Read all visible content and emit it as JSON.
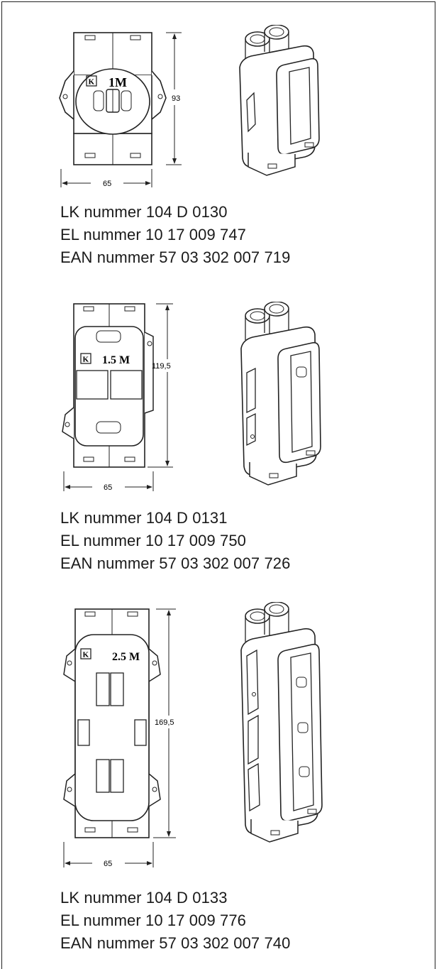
{
  "products": [
    {
      "module_label": "1M",
      "dim_height": "93",
      "dim_width": "65",
      "lk_number": "LK nummer 104 D 0130",
      "el_number": "EL nummer 10 17 009 747",
      "ean_number": "EAN nummer 57 03 302 007 719"
    },
    {
      "module_label": "1.5 M",
      "dim_height": "119,5",
      "dim_width": "65",
      "lk_number": "LK nummer 104 D 0131",
      "el_number": "EL nummer 10 17 009 750",
      "ean_number": "EAN nummer 57 03 302 007 726"
    },
    {
      "module_label": "2.5 M",
      "dim_height": "169,5",
      "dim_width": "65",
      "lk_number": "LK nummer 104 D 0133",
      "el_number": "EL nummer 10 17 009 776",
      "ean_number": "EAN nummer 57 03 302 007 740"
    }
  ],
  "logo_letter": "K"
}
